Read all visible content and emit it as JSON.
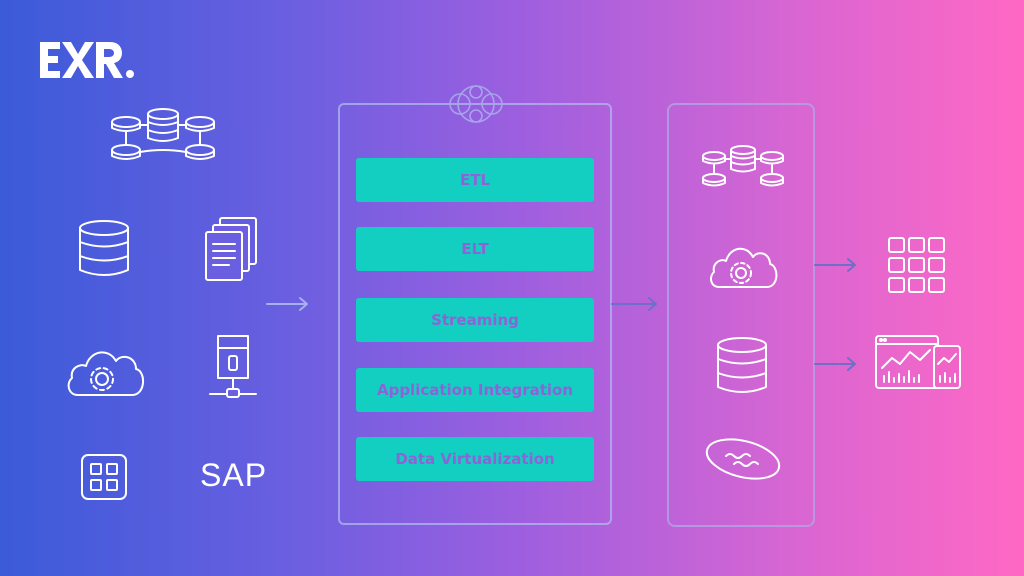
{
  "brand": {
    "logo_text": "EXR."
  },
  "sources": {
    "icons": [
      "database-cluster-icon",
      "database-icon",
      "documents-icon",
      "cloud-gear-icon",
      "server-icon",
      "app-grid-icon"
    ],
    "sap_label": "SAP"
  },
  "integration_methods": [
    {
      "label": "ETL"
    },
    {
      "label": "ELT"
    },
    {
      "label": "Streaming"
    },
    {
      "label": "Application Integration"
    },
    {
      "label": "Data Virtualization"
    }
  ],
  "targets": {
    "icons": [
      "database-cluster-icon",
      "cloud-gear-icon",
      "database-icon",
      "data-lake-icon"
    ]
  },
  "outputs": {
    "icons": [
      "grid-dashboard-icon",
      "analytics-dashboard-icon"
    ]
  },
  "colors": {
    "gradient_start": "#3b5bd9",
    "gradient_end": "#ff68c4",
    "step_fill": "#13cfc1",
    "step_text": "#8d63d6"
  }
}
